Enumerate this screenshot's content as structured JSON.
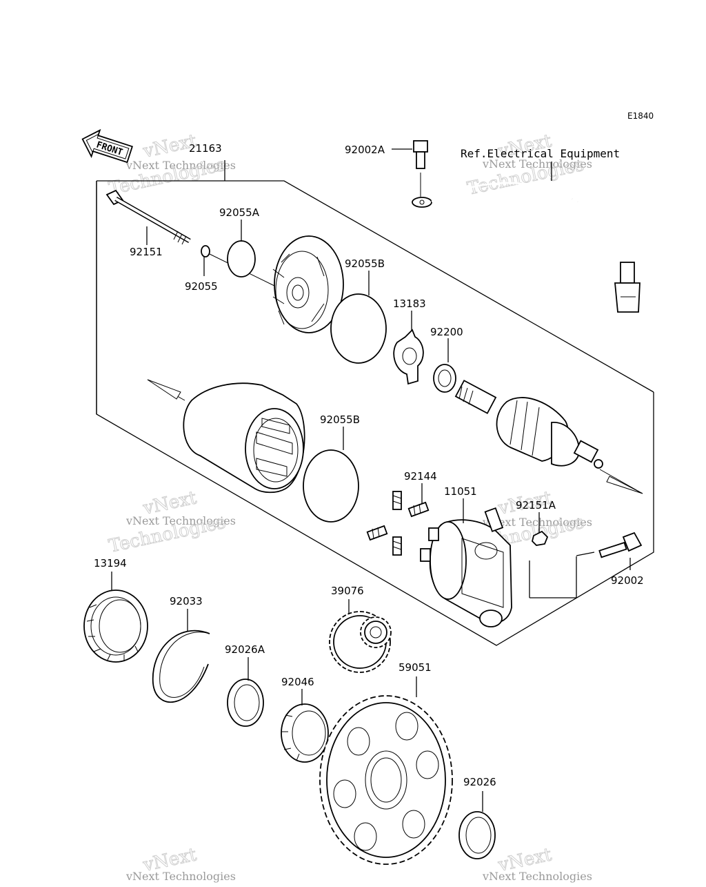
{
  "diagram_code": "E1840",
  "front_label": "FRONT",
  "reference_label": "Ref.Electrical Equipment",
  "watermark": {
    "line1": "vNext",
    "line2": "vNext Technologies",
    "line3": "Technologies"
  },
  "parts": {
    "p21163": "21163",
    "p92002A": "92002A",
    "p92055A": "92055A",
    "p92151": "92151",
    "p92055": "92055",
    "p92055B_top": "92055B",
    "p13183": "13183",
    "p92200": "92200",
    "p92055B_mid": "92055B",
    "p92144": "92144",
    "p11051": "11051",
    "p92151A": "92151A",
    "p92002": "92002",
    "p13194": "13194",
    "p92033": "92033",
    "p39076": "39076",
    "p92026A": "92026A",
    "p59051": "59051",
    "p92046": "92046",
    "p92026": "92026"
  }
}
